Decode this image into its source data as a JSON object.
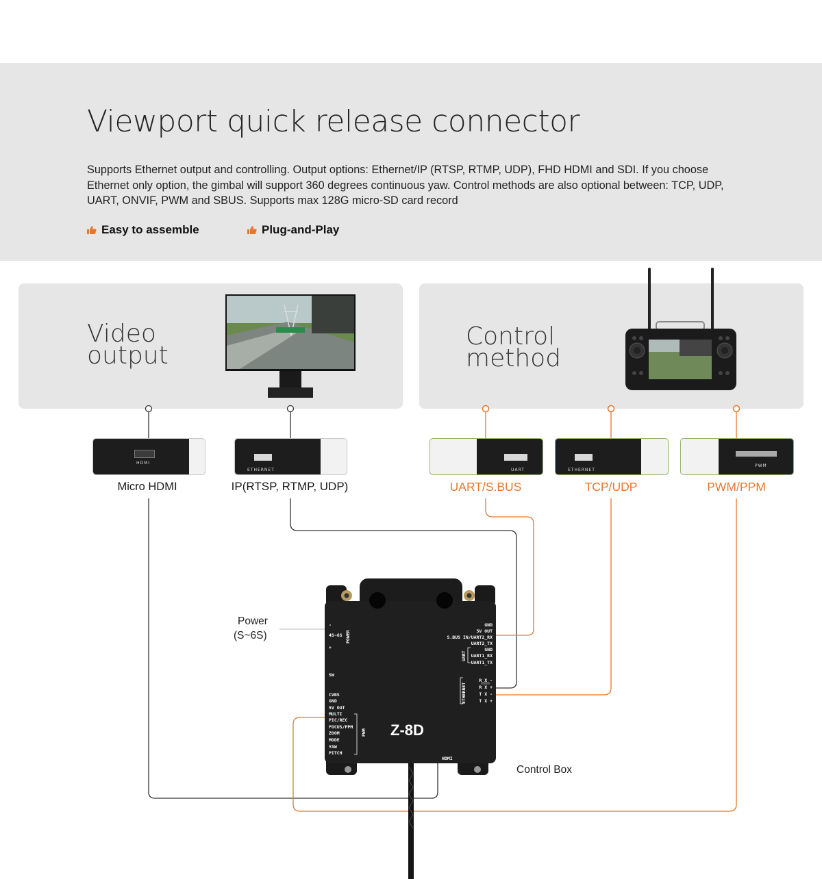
{
  "section": {
    "title": "Viewport quick release connector",
    "description": "Supports Ethernet output and controlling. Output options: Ethernet/IP (RTSP, RTMP, UDP), FHD HDMI and SDI. If you choose Ethernet only option, the gimbal will support 360 degrees continuous yaw. Control methods are also optional between: TCP, UDP, UART, ONVIF, PWM and SBUS.  Supports max 128G micro-SD card record",
    "features": [
      {
        "label": "Easy to assemble",
        "icon": "thumbs-up-icon"
      },
      {
        "label": "Plug-and-Play",
        "icon": "thumbs-up-icon"
      }
    ]
  },
  "colors": {
    "accent": "#e8772e",
    "line": "#333333",
    "panel": "#e6e6e6",
    "port_border_green": "#8fb56a"
  },
  "video_output": {
    "title": "Video\noutput",
    "ports": [
      {
        "label": "Micro HDMI",
        "plate_text": "HDMI"
      },
      {
        "label": "IP(RTSP, RTMP, UDP)",
        "plate_text": "ETHERNET"
      }
    ]
  },
  "control_method": {
    "title": "Control\nmethod",
    "ports": [
      {
        "label": "UART/S.BUS",
        "plate_text": "UART"
      },
      {
        "label": "TCP/UDP",
        "plate_text": "ETHERNET"
      },
      {
        "label": "PWM/PPM",
        "plate_text": "PWM"
      }
    ]
  },
  "power": {
    "line1": "Power",
    "line2": "(S~6S)"
  },
  "control_box": {
    "caption": "Control Box",
    "model": "Z-8D",
    "pins_left": [
      "-",
      "4S~6S",
      "+",
      "SW",
      "CVBS",
      "GND",
      "5V OUT",
      "MULTI",
      "PIC/REC",
      "FOCUS/PPM",
      "ZOOM",
      "MODE",
      "YAW",
      "PITCH"
    ],
    "pins_right": [
      "GND",
      "5V OUT",
      "S.BUS IN/UART2_RX",
      "UART2_TX",
      "GND",
      "UART1_RX",
      "UART1_TX",
      "R X -",
      "R X +",
      "T X -",
      "T X +"
    ],
    "group_power": "POWER",
    "group_uart": "UART",
    "group_ethernet": "ETHERNET",
    "group_pwm": "PWM",
    "port_hdmi": "HDMI"
  }
}
